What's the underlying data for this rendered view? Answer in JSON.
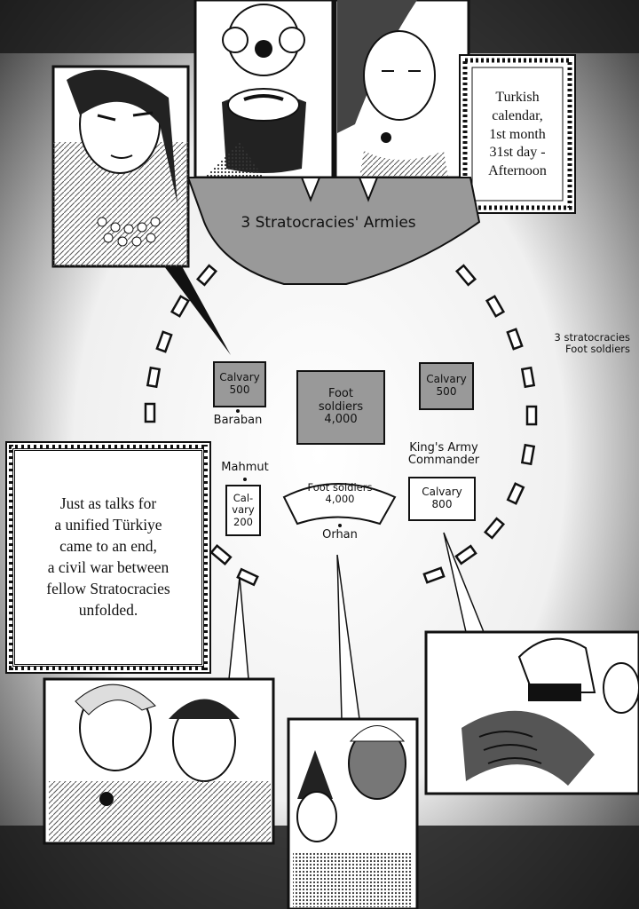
{
  "colors": {
    "ink": "#111111",
    "paper": "#ffffff",
    "screen_tone": "#999999",
    "background_dark": "#1a1a1a"
  },
  "banner": {
    "label": "3 Stratocracies' Armies"
  },
  "date_caption": {
    "line1": "Turkish",
    "line2": "calendar,",
    "line3": "1st month",
    "line4": "31st day -",
    "line5": "Afternoon"
  },
  "narration": {
    "line1": "Just as talks for",
    "line2": "a unified Türkiye",
    "line3": "came to an end,",
    "line4": "a civil war between",
    "line5": "fellow Stratocracies",
    "line6": "unfolded."
  },
  "outer_ring_note": {
    "line1": "3 stratocracies",
    "line2": "Foot soldiers"
  },
  "units": {
    "baraban_cavalry": {
      "line1": "Calvary",
      "line2": "500",
      "commander": "Baraban"
    },
    "center_infantry": {
      "line1": "Foot",
      "line2": "soldiers",
      "line3": "4,000"
    },
    "right_cavalry": {
      "line1": "Calvary",
      "line2": "500"
    },
    "mahmut_cavalry": {
      "line1": "Cal-",
      "line2": "vary",
      "line3": "200",
      "commander": "Mahmut"
    },
    "orhan_infantry": {
      "line1": "Foot soldiers",
      "line2": "4,000",
      "commander": "Orhan"
    },
    "king_cavalry": {
      "line1": "Calvary",
      "line2": "800",
      "commander_line1": "King's Army",
      "commander_line2": "Commander"
    }
  },
  "icons": [
    "character-portrait-icon",
    "speech-tail-icon",
    "formation-marker-icon"
  ]
}
